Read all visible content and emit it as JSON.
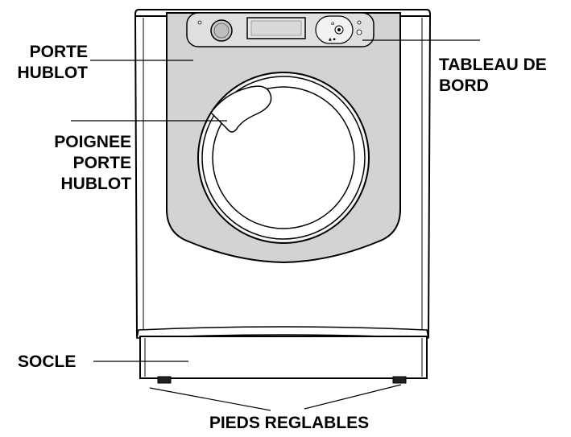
{
  "labels": {
    "porte_hublot": [
      "PORTE",
      "HUBLOT"
    ],
    "tableau_de_bord": [
      "TABLEAU DE",
      "BORD"
    ],
    "poignee_porte_hublot": [
      "POIGNEE",
      "PORTE",
      "HUBLOT"
    ],
    "socle": "SOCLE",
    "pieds_reglables": "PIEDS REGLABLES"
  },
  "colors": {
    "panel_gray": "#d3d3d3",
    "outline": "#000000",
    "background": "#ffffff"
  }
}
